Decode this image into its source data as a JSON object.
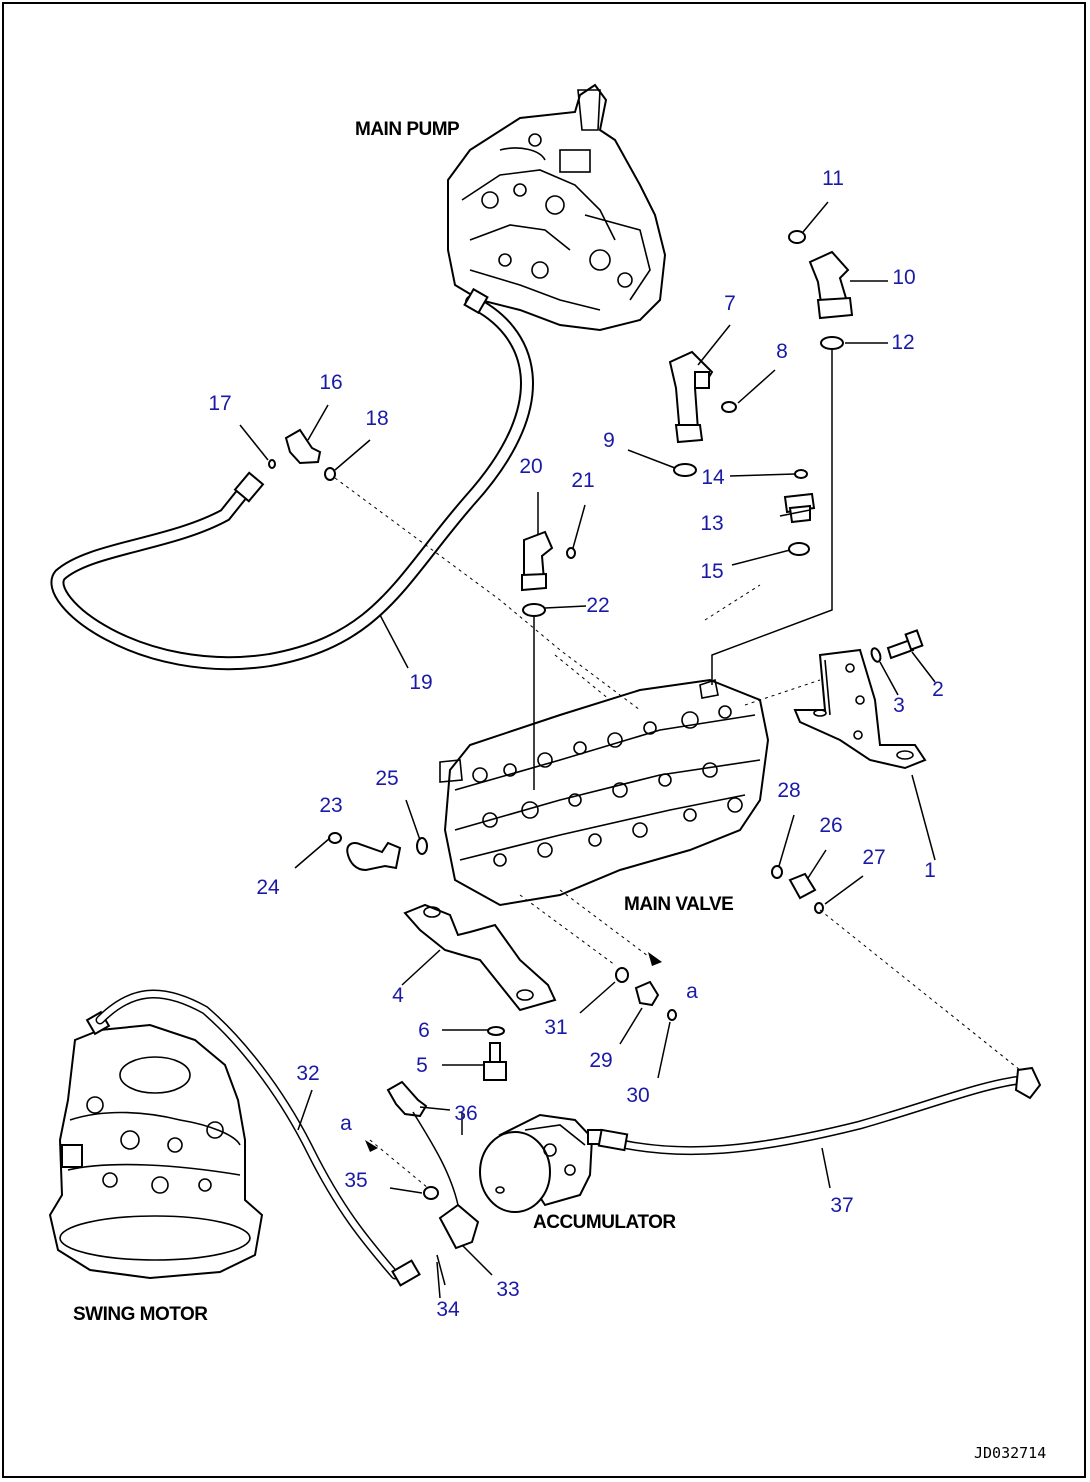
{
  "labels": {
    "main_pump": "MAIN PUMP",
    "main_valve": "MAIN VALVE",
    "accumulator": "ACCUMULATOR",
    "swing_motor": "SWING MOTOR",
    "drawing_code": "JD032714"
  },
  "callouts": [
    "1",
    "2",
    "3",
    "4",
    "5",
    "6",
    "7",
    "8",
    "9",
    "10",
    "11",
    "12",
    "13",
    "14",
    "15",
    "16",
    "17",
    "18",
    "19",
    "20",
    "21",
    "22",
    "23",
    "24",
    "25",
    "26",
    "27",
    "28",
    "29",
    "30",
    "31",
    "32",
    "33",
    "34",
    "35",
    "36",
    "37",
    "a",
    "a"
  ]
}
